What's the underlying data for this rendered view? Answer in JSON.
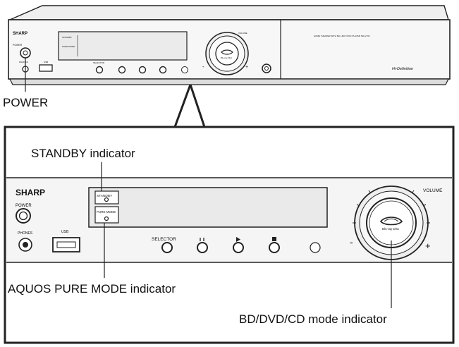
{
  "device": {
    "brand": "SHARP",
    "power_small": "POWER",
    "phones_small": "PHONES",
    "usb_small": "USB",
    "selector_small": "SELECTOR",
    "volume_small": "VOLUME",
    "model_text": "HOME THEATER WITH BLU-RAY DISC PLAYER  SD-HTX1",
    "hd_text": "Hi-Definition",
    "standby_small": "STANDBY",
    "aquos_small": "PURE MODE",
    "bluray_small": "Blu-ray Disc",
    "minus": "-",
    "plus": "+"
  },
  "callouts": {
    "power": "POWER",
    "standby": "STANDBY indicator",
    "aquos": "AQUOS PURE MODE indicator",
    "bd_mode": "BD/DVD/CD mode indicator"
  },
  "colors": {
    "line": "#222222",
    "panel": "#f5f5f5",
    "panel_shade": "#e2e2e2",
    "text": "#111111"
  }
}
